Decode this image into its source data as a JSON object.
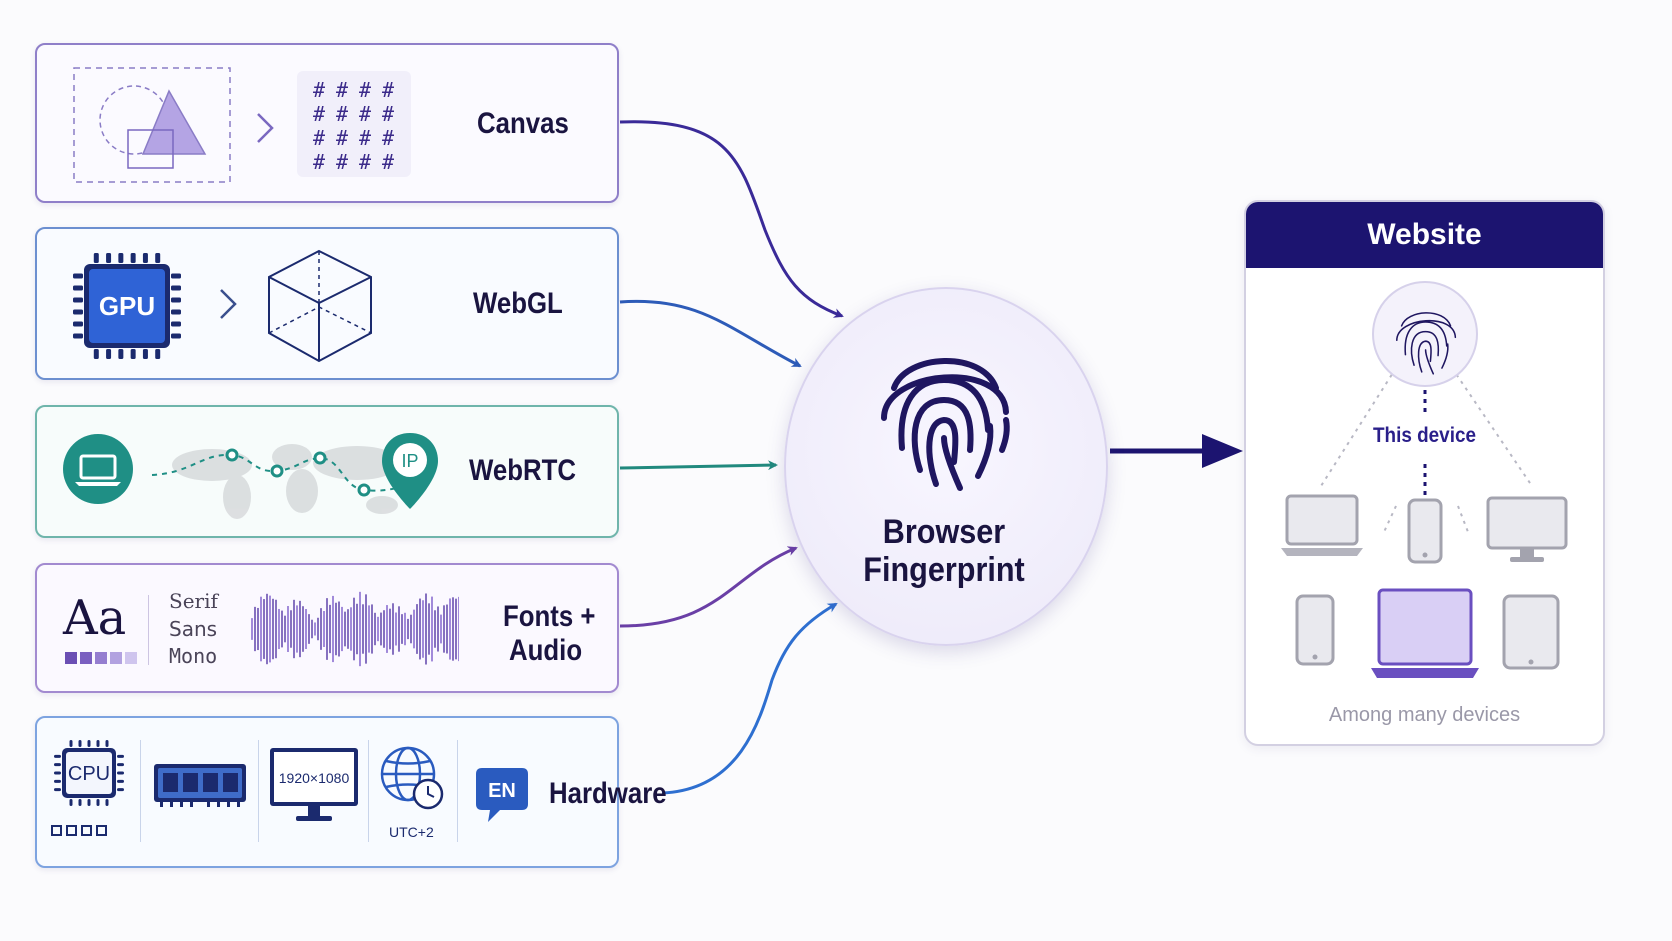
{
  "signals": {
    "canvas": "Canvas",
    "webgl": "WebGL",
    "webrtc": "WebRTC",
    "fonts_audio_line1": "Fonts +",
    "fonts_audio_line2": "Audio",
    "hardware": "Hardware"
  },
  "webgl_icon": {
    "gpu": "GPU"
  },
  "webrtc_icon": {
    "ip": "IP"
  },
  "fonts_panel": {
    "sample": "Aa",
    "serif": "Serif",
    "sans": "Sans",
    "mono": "Mono"
  },
  "hardware_panel": {
    "cpu": "CPU",
    "resolution": "1920×1080",
    "timezone": "UTC+2",
    "language": "EN"
  },
  "center": {
    "line1": "Browser",
    "line2": "Fingerprint"
  },
  "website": {
    "title": "Website",
    "this_device": "This device",
    "footer": "Among many devices"
  },
  "colors": {
    "canvas": "#5b3fa8",
    "webgl": "#2d5bb8",
    "webrtc": "#21897e",
    "fonts_audio": "#6a3fa6",
    "hardware": "#2e6fd0",
    "navy": "#1c1470",
    "accent_purple": "#7b5cc9"
  },
  "icons": [
    "dashed-shape-icon",
    "chevron-right-icon",
    "hash-grid-icon",
    "gpu-chip-icon",
    "wireframe-cube-icon",
    "laptop-icon",
    "world-map-icon",
    "ip-pin-icon",
    "waveform-icon",
    "cpu-chip-icon",
    "ram-icon",
    "monitor-icon",
    "globe-clock-icon",
    "language-bubble-icon",
    "fingerprint-icon",
    "arrow-right-icon",
    "phone-icon",
    "desktop-icon",
    "tablet-icon"
  ]
}
